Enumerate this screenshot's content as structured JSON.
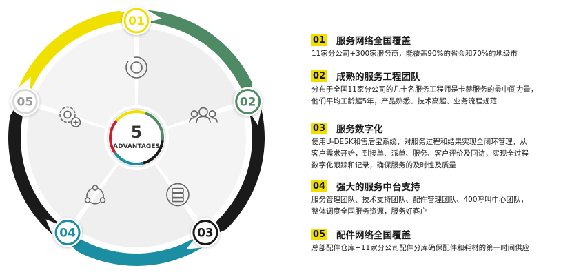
{
  "colors": {
    "yellow": "#f0e000",
    "green": "#4e8a64",
    "black": "#1a1a1a",
    "teal": "#1b8ea3",
    "gray_segment": "#f2f2f2",
    "icon_gray": "#666666",
    "badge_yellow": "#f2df00"
  },
  "center": {
    "number": "5",
    "label": "ADVANTAGES"
  },
  "segments": [
    {
      "num": "01",
      "icon": "target-icon"
    },
    {
      "num": "02",
      "icon": "team-icon"
    },
    {
      "num": "03",
      "icon": "server-sync-icon"
    },
    {
      "num": "04",
      "icon": "network-cycle-icon"
    },
    {
      "num": "05",
      "icon": "gear-plus-icon"
    }
  ],
  "advantages": [
    {
      "num": "01",
      "title": "服务网络全国覆盖",
      "desc": "11家分公司+300家服务商，能覆盖90%的省会和70%的地级市"
    },
    {
      "num": "02",
      "title": "成熟的服务工程团队",
      "desc": "分布于全国11家分公司的几十名服务工程师是卡赫服务的最中间力量，\n他们平均工龄超5年，产品熟悉、技术高超、业务流程规范"
    },
    {
      "num": "03",
      "title": "服务数字化",
      "desc": "使用U-DESK和售后宝系统，对服务过程和结果实现全闭环管理，从\n客户需求开始，到接单、派单、服务、客户评价及回访，实现全过程\n数字化跟踪和记录，确保服务的及时性及质量"
    },
    {
      "num": "04",
      "title": "强大的服务中台支持",
      "desc": "服务管理团队、技术支持团队、配件管理团队、400呼叫中心团队，\n整体调度全国服务资源，服务好客户"
    },
    {
      "num": "05",
      "title": "配件网络全国覆盖",
      "desc": "总部配件仓库+11家分公司配件分库确保配件和耗材的第一时间供应"
    }
  ]
}
